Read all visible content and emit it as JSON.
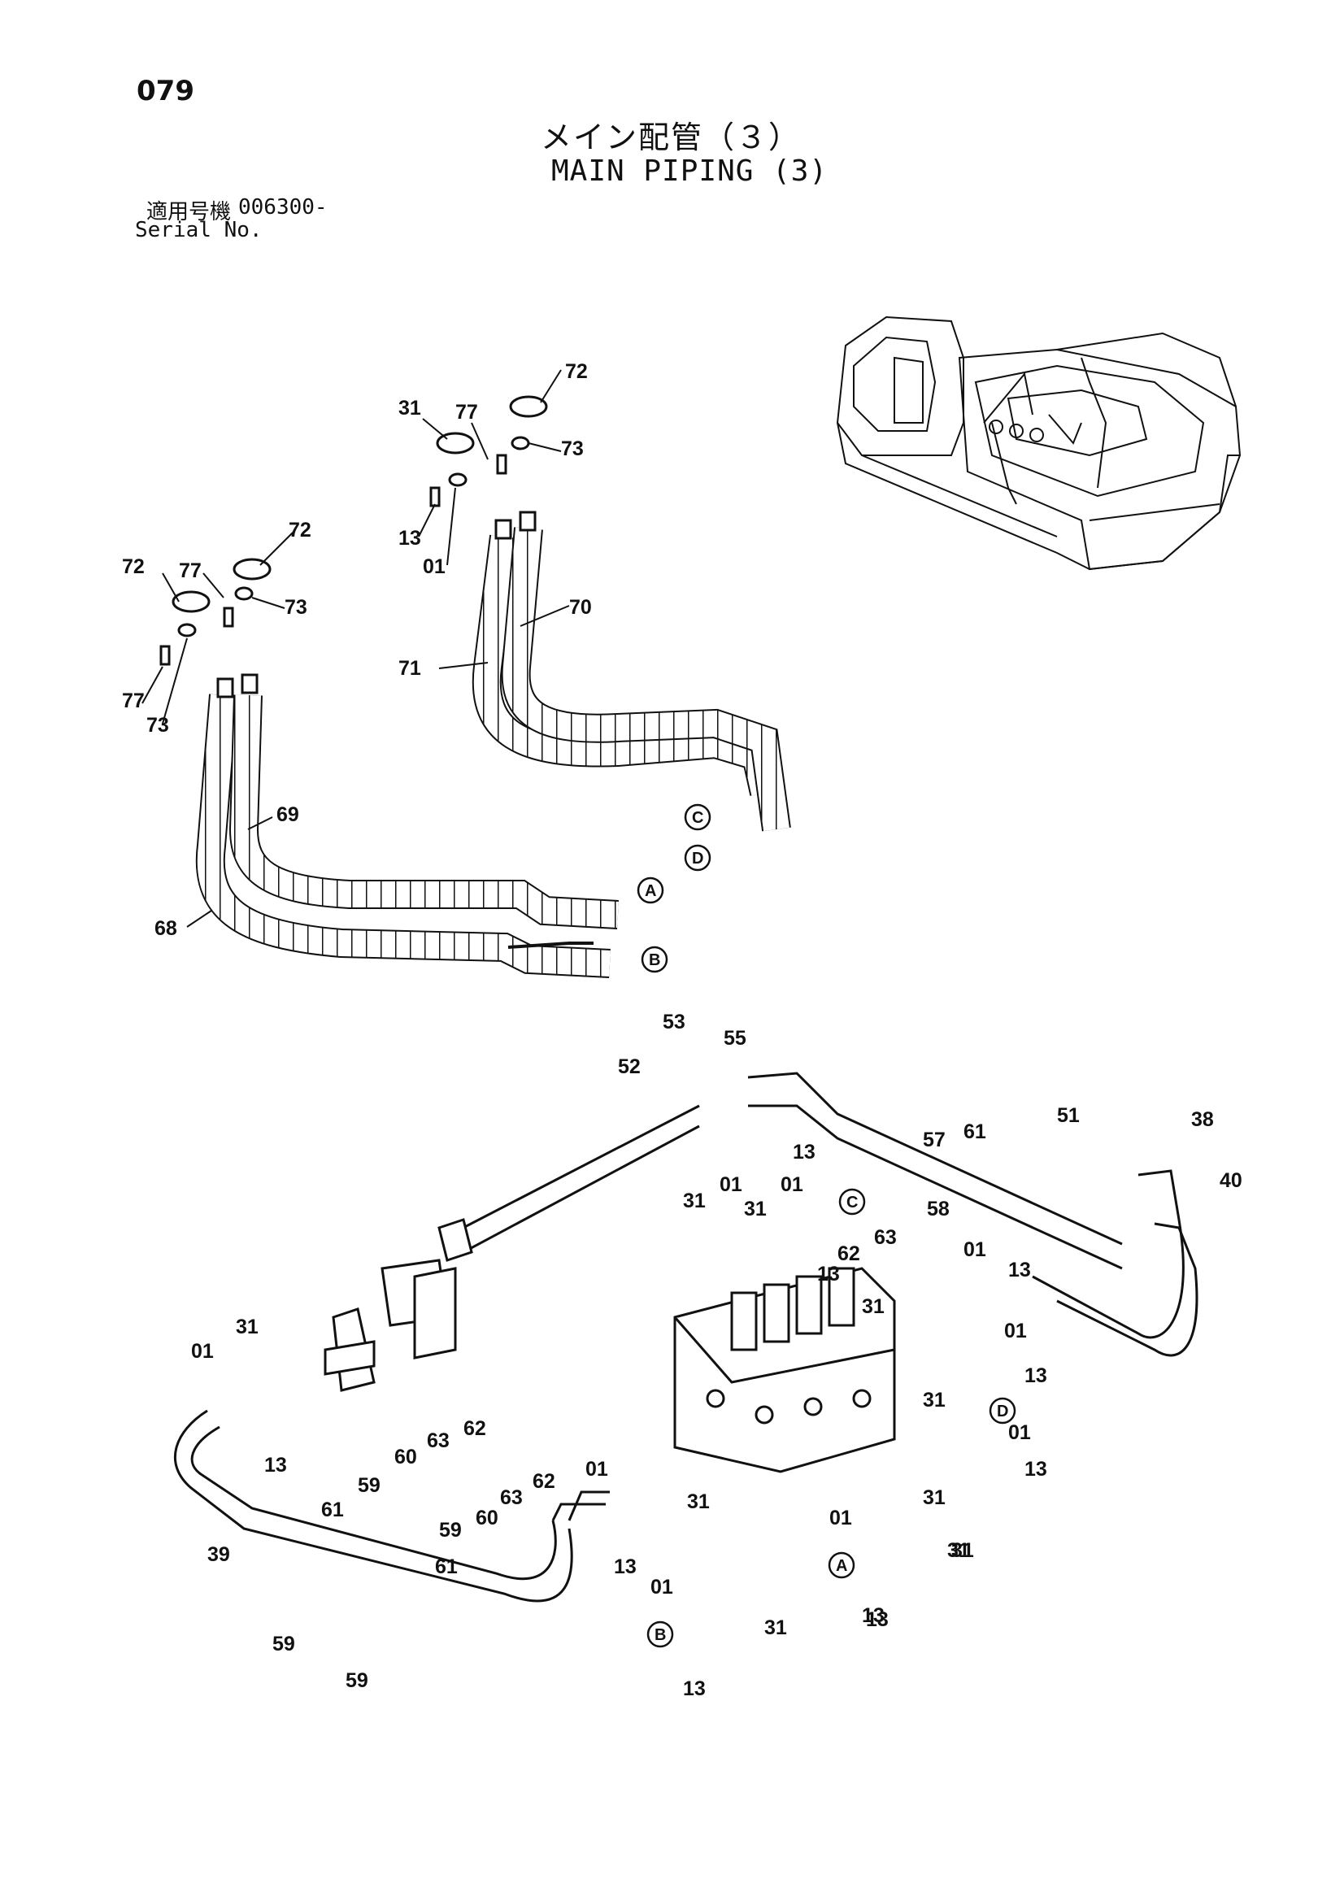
{
  "page_number": "079",
  "title_jp": "メイン配管（３）",
  "title_en": "MAIN PIPING (3)",
  "serial_label_jp": "適用号機",
  "serial_value": "006300-",
  "serial_label_en": "Serial No.",
  "part_labels": [
    "72",
    "31",
    "77",
    "73",
    "13",
    "01",
    "72",
    "77",
    "73",
    "72",
    "77",
    "73",
    "71",
    "70",
    "69",
    "68",
    "53",
    "55",
    "52",
    "31",
    "13",
    "01",
    "57",
    "61",
    "51",
    "38",
    "40",
    "01",
    "31",
    "13",
    "58",
    "63",
    "62",
    "01",
    "13",
    "31",
    "01",
    "13",
    "31",
    "01",
    "13",
    "31",
    "01",
    "31",
    "13",
    "31",
    "13",
    "01",
    "31",
    "13",
    "63",
    "62",
    "60",
    "59",
    "61",
    "63",
    "62",
    "60",
    "59",
    "61",
    "39",
    "59",
    "59",
    "01",
    "31",
    "13",
    "01",
    "31",
    "13"
  ],
  "connector_labels": [
    "C",
    "D",
    "A",
    "B",
    "C",
    "D",
    "A",
    "B"
  ]
}
